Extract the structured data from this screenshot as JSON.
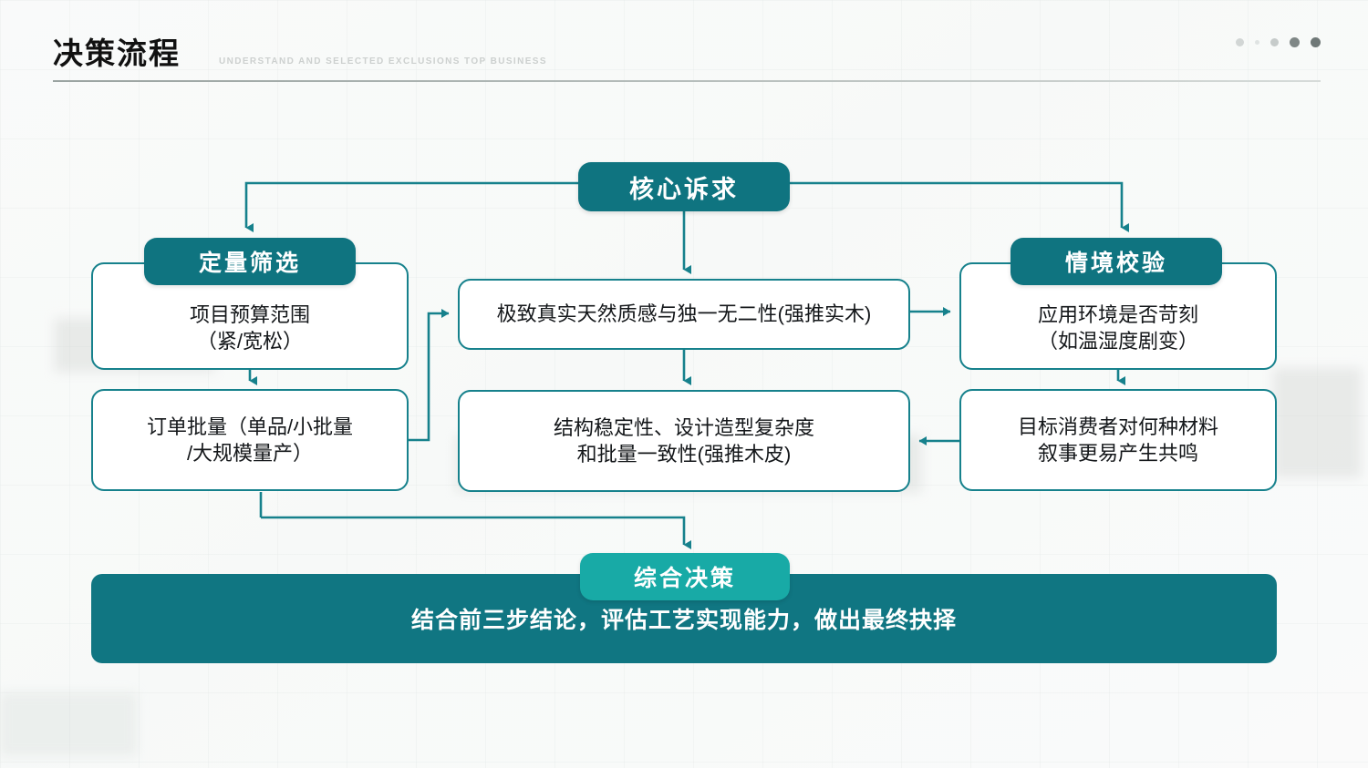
{
  "header": {
    "title": "决策流程",
    "subtitle": "UNDERSTAND AND SELECTED EXCLUSIONS TOP BUSINESS",
    "dots": [
      {
        "name": "pager-dot-1",
        "color": "#d2d6d5",
        "size": 9
      },
      {
        "name": "pager-dot-2",
        "color": "#dfe3e2",
        "size": 5
      },
      {
        "name": "pager-dot-3",
        "color": "#c6cbca",
        "size": 9
      },
      {
        "name": "pager-dot-4",
        "color": "#7f8786",
        "size": 11
      },
      {
        "name": "pager-dot-5",
        "color": "#6f7877",
        "size": 11
      }
    ]
  },
  "colors": {
    "teal_dark": "#0f7480",
    "teal_line": "#16818c",
    "teal_bright": "#18aaa6",
    "banner": "#107682",
    "page_bg": "#f2f5f3",
    "node_bg": "#ffffff",
    "text": "#14171a"
  },
  "flow": {
    "core": {
      "label": "核心诉求"
    },
    "left_branch": {
      "header": "定量筛选",
      "items": [
        "项目预算范围\n（紧/宽松）",
        "订单批量（单品/小批量\n/大规模量产）"
      ]
    },
    "center_branch": {
      "items": [
        "极致真实天然质感与独一无二性(强推实木)",
        "结构稳定性、设计造型复杂度\n和批量一致性(强推木皮)"
      ]
    },
    "right_branch": {
      "header": "情境校验",
      "items": [
        "应用环境是否苛刻\n（如温湿度剧变）",
        "目标消费者对何种材料\n叙事更易产生共鸣"
      ]
    },
    "final": {
      "badge": "综合决策",
      "conclusion": "结合前三步结论，评估工艺实现能力，做出最终抉择"
    }
  }
}
